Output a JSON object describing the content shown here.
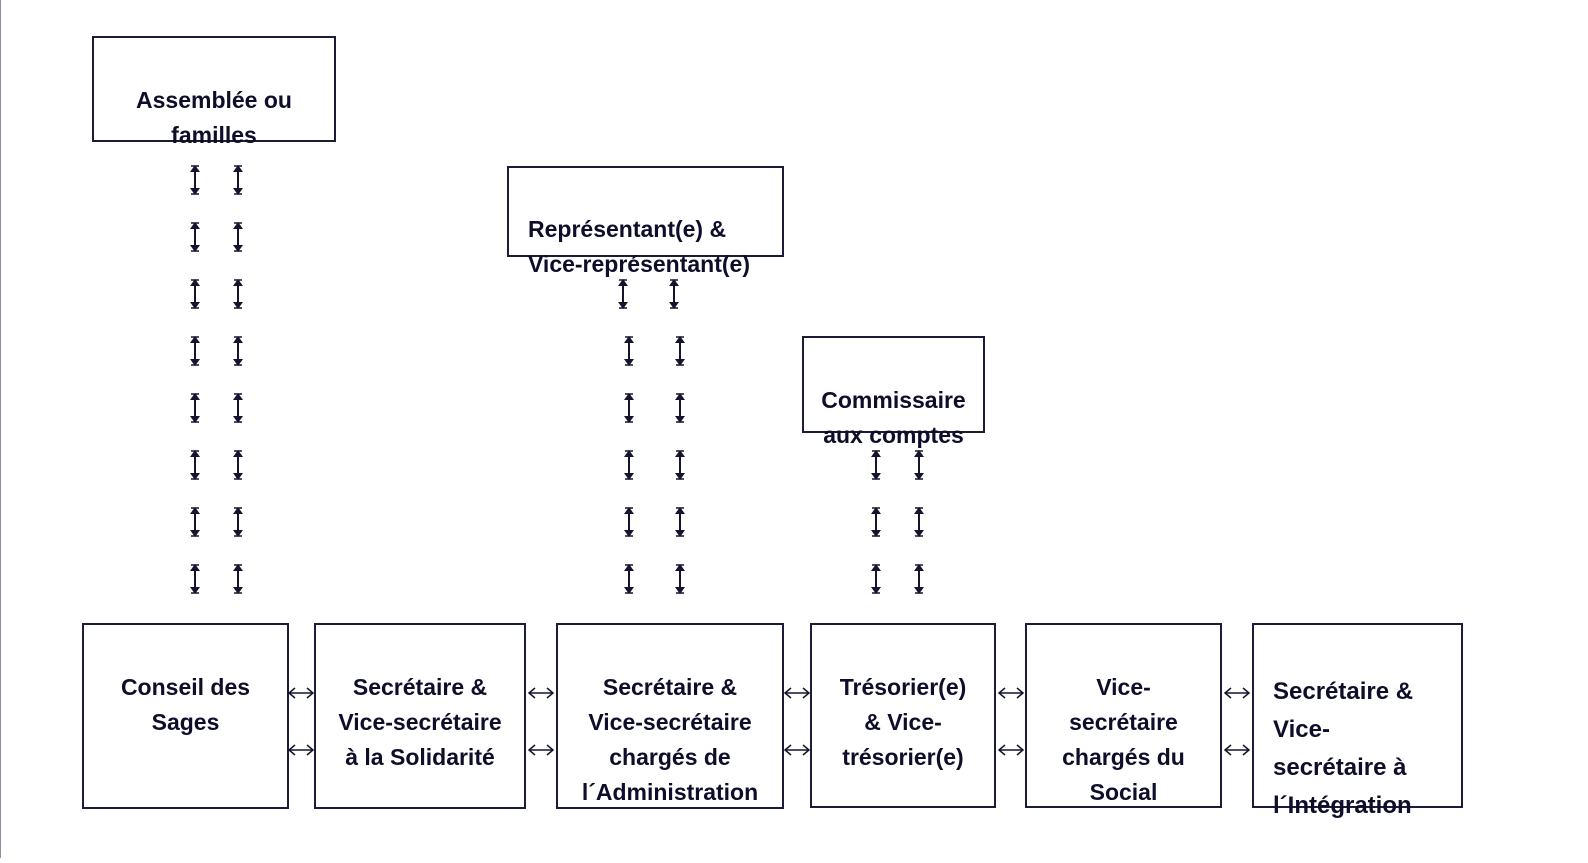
{
  "diagram": {
    "boxes": {
      "assemblee": "Assemblée ou\nfamilles",
      "representant": "Représentant(e) &\nVice-représentant(e)",
      "commissaire": "Commissaire\naux comptes",
      "conseil_sages": "Conseil des\nSages",
      "secretaire_solidarite": "Secrétaire &\nVice-secrétaire\nà la Solidarité",
      "secretaire_administration": "Secrétaire &\nVice-secrétaire\nchargés de\nl´Administration",
      "tresorier": "Trésorier(e)\n& Vice-\ntrésorier(e)",
      "vice_secretaire_social": "Vice-\nsecrétaire\nchargés du\nSocial",
      "secretaire_integration": "Secrétaire &\nVice-\nsecrétaire à\nl´Intégration"
    },
    "arrow_color": "#14142e",
    "box_border_color": "#1b1b3a"
  }
}
